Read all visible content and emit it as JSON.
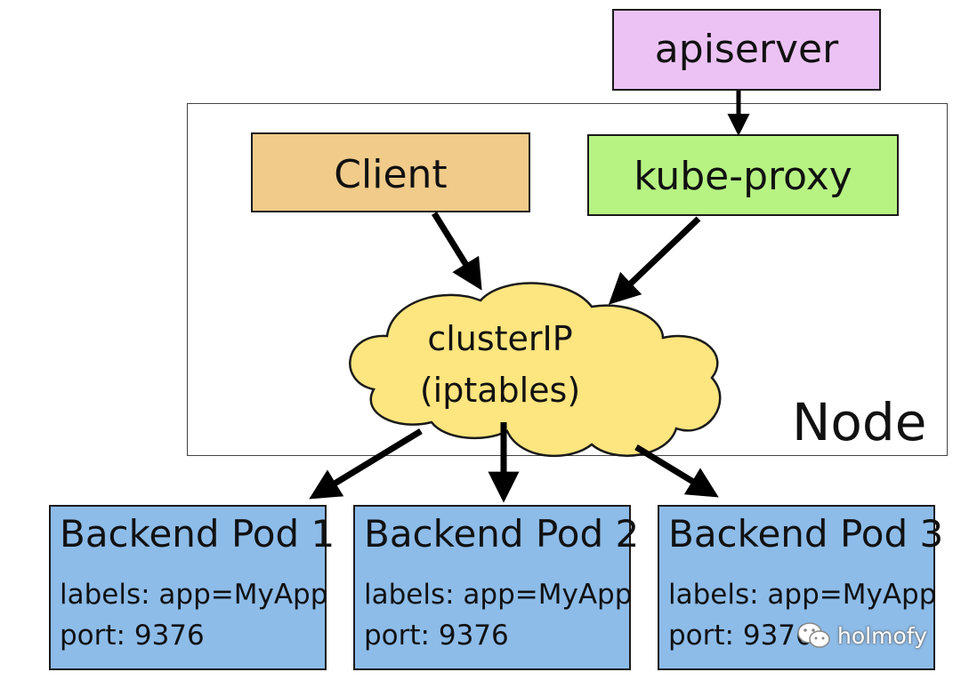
{
  "nodes": {
    "apiserver": {
      "label": "apiserver",
      "fill": "#ecc2f5"
    },
    "client": {
      "label": "Client",
      "fill": "#f0cb8a"
    },
    "kube_proxy": {
      "label": "kube-proxy",
      "fill": "#b7f383"
    },
    "cluster_ip": {
      "line1": "clusterIP",
      "line2": "(iptables)",
      "fill": "#fde57f"
    },
    "node_frame": {
      "label": "Node"
    }
  },
  "pods": [
    {
      "title": "Backend Pod 1",
      "labels": "labels: app=MyApp",
      "port": "port: 9376"
    },
    {
      "title": "Backend Pod 2",
      "labels": "labels: app=MyApp",
      "port": "port: 9376"
    },
    {
      "title": "Backend Pod 3",
      "labels": "labels: app=MyApp",
      "port": "port: 9376"
    }
  ],
  "pod_fill": "#8dbce9",
  "watermark": {
    "text": "holmofy",
    "icon": "wechat-icon"
  }
}
